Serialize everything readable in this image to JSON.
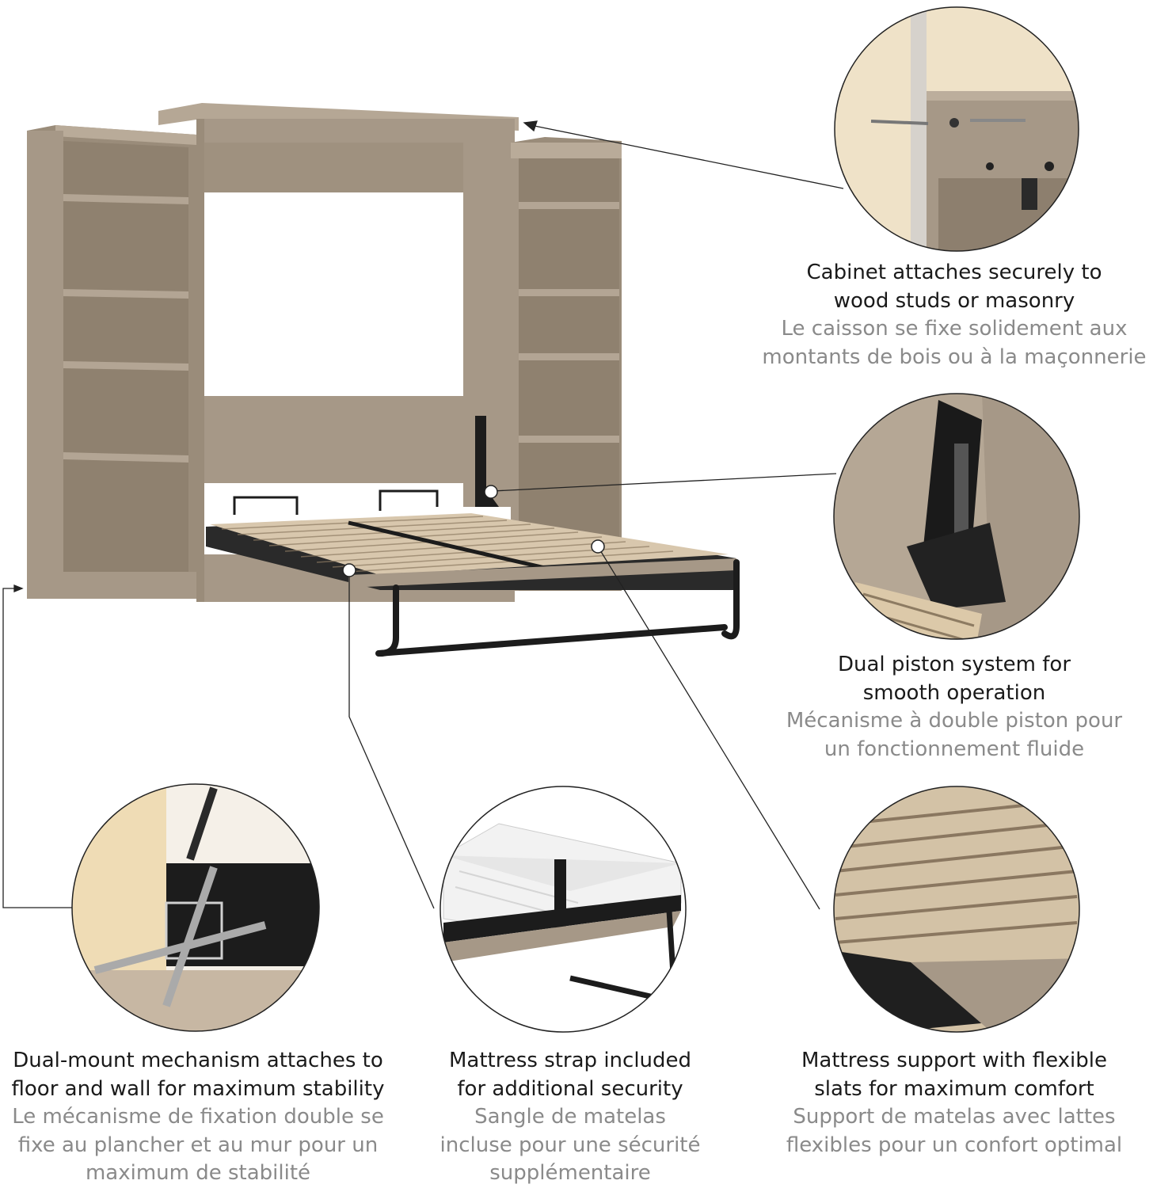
{
  "colors": {
    "wood": "#a69887",
    "wood_dark": "#8d7f6e",
    "metal": "#1c1c1c",
    "slat": "#d8c7ad",
    "caption_primary": "#1a1a1a",
    "caption_secondary": "#8a8a8a",
    "callout_line": "#222222"
  },
  "callouts": [
    {
      "icon": "wall-anchor-screw",
      "en_1": "Cabinet attaches securely to",
      "en_2": "wood studs or masonry",
      "fr_1": "Le caisson se fixe solidement aux",
      "fr_2": "montants de bois ou à la maçonnerie"
    },
    {
      "icon": "piston-mechanism",
      "en_1": "Dual piston system for",
      "en_2": "smooth operation",
      "fr_1": "Mécanisme à double piston pour",
      "fr_2": "un fonctionnement fluide"
    },
    {
      "icon": "dual-mount-bracket",
      "en_1": "Dual-mount mechanism attaches to",
      "en_2": "floor and wall for maximum stability",
      "fr_1": "Le mécanisme de fixation double se",
      "fr_2": "fixe au plancher et au mur pour un",
      "fr_3": "maximum de stabilité"
    },
    {
      "icon": "mattress-strap",
      "en_1": "Mattress strap included",
      "en_2": "for additional security",
      "fr_1": "Sangle de matelas",
      "fr_2": "incluse pour une sécurité",
      "fr_3": "supplémentaire"
    },
    {
      "icon": "flexible-slats",
      "en_1": "Mattress support with flexible",
      "en_2": "slats for maximum comfort",
      "fr_1": "Support de matelas avec lattes",
      "fr_2": "flexibles pour un confort optimal"
    }
  ]
}
